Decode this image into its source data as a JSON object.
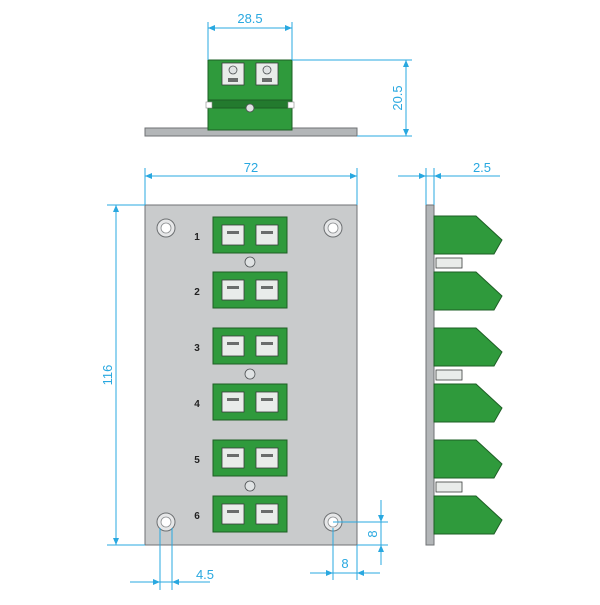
{
  "dimensions": {
    "top_width": "28.5",
    "top_height": "20.5",
    "front_width": "72",
    "front_height": "116",
    "side_thickness": "2.5",
    "hole_offset_x": "4.5",
    "hole_offset_corner_x": "8",
    "hole_offset_corner_y": "8"
  },
  "channels": [
    "1",
    "2",
    "3",
    "4",
    "5",
    "6"
  ],
  "colors": {
    "dimension": "#29a8e0",
    "connector": "#2f9a3c",
    "plate": "#c9cbcc"
  }
}
